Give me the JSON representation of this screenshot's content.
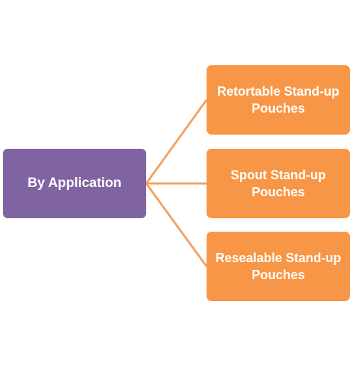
{
  "root": {
    "label": "By Application"
  },
  "children": [
    {
      "label": "Retortable Stand-up Pouches"
    },
    {
      "label": "Spout Stand-up Pouches"
    },
    {
      "label": "Resealable Stand-up Pouches"
    }
  ],
  "colors": {
    "root_fill": "#8064a2",
    "child_fill": "#f79646",
    "connector": "#f4a060",
    "text": "#ffffff"
  }
}
